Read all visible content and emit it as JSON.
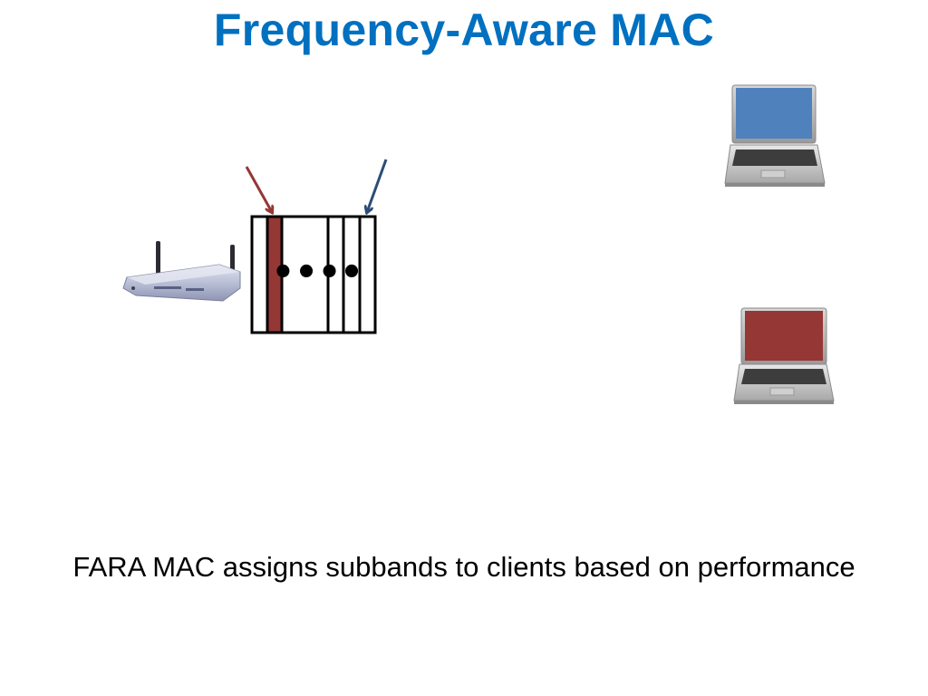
{
  "slide": {
    "title": "Frequency-Aware MAC",
    "caption": "FARA MAC assigns subbands to clients based on performance"
  },
  "colors": {
    "title": "#0070C0",
    "red_client": "#953735",
    "blue_client": "#4F81BD",
    "red_arrow": "#953735",
    "blue_arrow": "#2C4D75",
    "subband_border": "#000000"
  },
  "diagram": {
    "access_point": {
      "icon": "wireless-router-icon"
    },
    "spectrum": {
      "ellipsis": "•••",
      "single_dot": "•"
    },
    "clients": [
      {
        "name": "blue-laptop",
        "icon": "laptop-icon",
        "screen_color": "#4F81BD"
      },
      {
        "name": "red-laptop",
        "icon": "laptop-icon",
        "screen_color": "#953735"
      }
    ]
  }
}
